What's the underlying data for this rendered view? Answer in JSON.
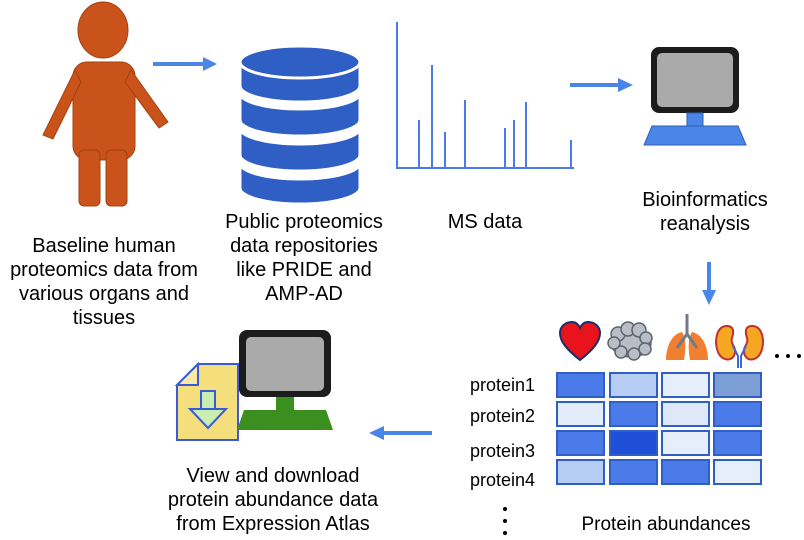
{
  "captions": {
    "human": [
      "Baseline human",
      "proteomics data from",
      "various organs and",
      "tissues"
    ],
    "repo": [
      "Public proteomics",
      "data repositories",
      "like PRIDE and",
      "AMP-AD"
    ],
    "ms": "MS data",
    "bioinf": [
      "Bioinformatics",
      "reanalysis"
    ],
    "download": [
      "View and download",
      "protein abundance data",
      "from Expression Atlas"
    ],
    "abundances": "Protein abundances"
  },
  "proteins": [
    "protein1",
    "protein2",
    "protein3",
    "protein4"
  ],
  "organs": [
    "heart-icon",
    "brain-icon",
    "lung-icon",
    "kidney-icon"
  ],
  "heatmap": [
    [
      "#4a7be8",
      "#b8cdf4",
      "#e6eefc",
      "#7e9fd6"
    ],
    [
      "#e3ecfb",
      "#4a7be8",
      "#dfe8f8",
      "#4a7be8"
    ],
    [
      "#4a7be8",
      "#1f4fd6",
      "#e6eefc",
      "#4a7be8"
    ],
    [
      "#b8cdf4",
      "#4a7be8",
      "#4a7be8",
      "#e6eefc"
    ]
  ],
  "colors": {
    "arrow": "#4a86e8",
    "person": "#c9531a",
    "database": "#2f5ec4",
    "ms_lines": "#4a7be8",
    "monitor_gray": "#aaaaaa",
    "monitor_blue_stand": "#4a86e8",
    "monitor_green_stand": "#3b8f1f"
  }
}
